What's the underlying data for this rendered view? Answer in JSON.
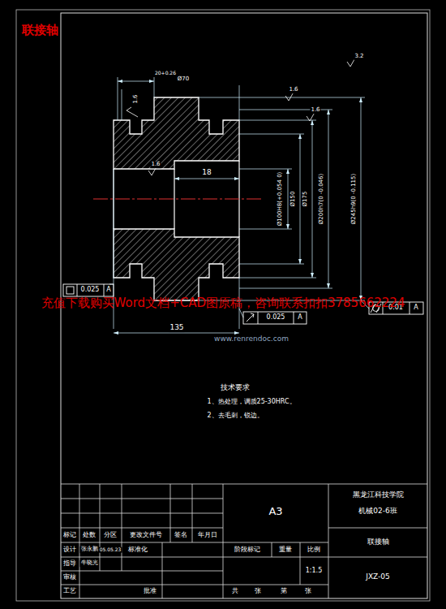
{
  "diagram": {
    "title": "联接轴",
    "labels": [
      "3.2",
      "1.6",
      "1.6",
      "1.6",
      "1.6",
      "20+0.26",
      "Ø70",
      "18",
      "Ø100H8(+0.054 0)",
      "Ø150",
      "Ø175",
      "Ø200h7(0 -0.046)",
      "Ø245h9(0 -0.115)",
      "0.025",
      "A",
      "0.025",
      "A",
      "0.01",
      "A",
      "135",
      "充值下载购买Word文档+CAD图原稿，咨询联系扣扣3785662224",
      "www.renrendoc.com",
      "技术要求",
      "1、热处理，调质25-30HRC。",
      "2、去毛刺，锐边。",
      "A3",
      "黑龙江科技学院",
      "机械02-6班",
      "联接轴",
      "JXZ-05",
      "标记",
      "处数",
      "分区",
      "更改文件号",
      "签名",
      "年月日",
      "设计",
      "张永鹏",
      "05.05.23",
      "标准化",
      "指导",
      "牛晓光",
      "审核",
      "工艺",
      "批准",
      "阶段标记",
      "重量",
      "比例",
      "1:1.5",
      "共",
      "张",
      "第",
      "张"
    ]
  }
}
